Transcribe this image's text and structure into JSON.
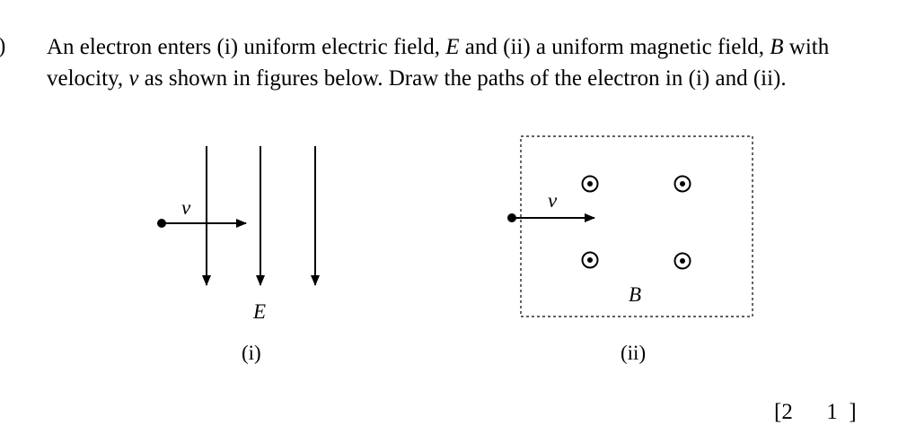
{
  "question": {
    "number": ")",
    "line1_a": "An electron enters (i) uniform electric field, ",
    "line1_E": "E",
    "line1_b": " and (ii) a uniform magnetic field, ",
    "line1_B": "B",
    "line1_c": " with",
    "line2_a": "velocity, ",
    "line2_v": "v",
    "line2_b": " as shown in figures below.  Draw the paths of the electron in (i) and (ii)."
  },
  "figure_i": {
    "velocity_label": "v",
    "field_label": "E",
    "caption": "(i)"
  },
  "figure_ii": {
    "velocity_label": "v",
    "field_label": "B",
    "caption": "(ii)"
  },
  "marks": "[2      1  ]"
}
